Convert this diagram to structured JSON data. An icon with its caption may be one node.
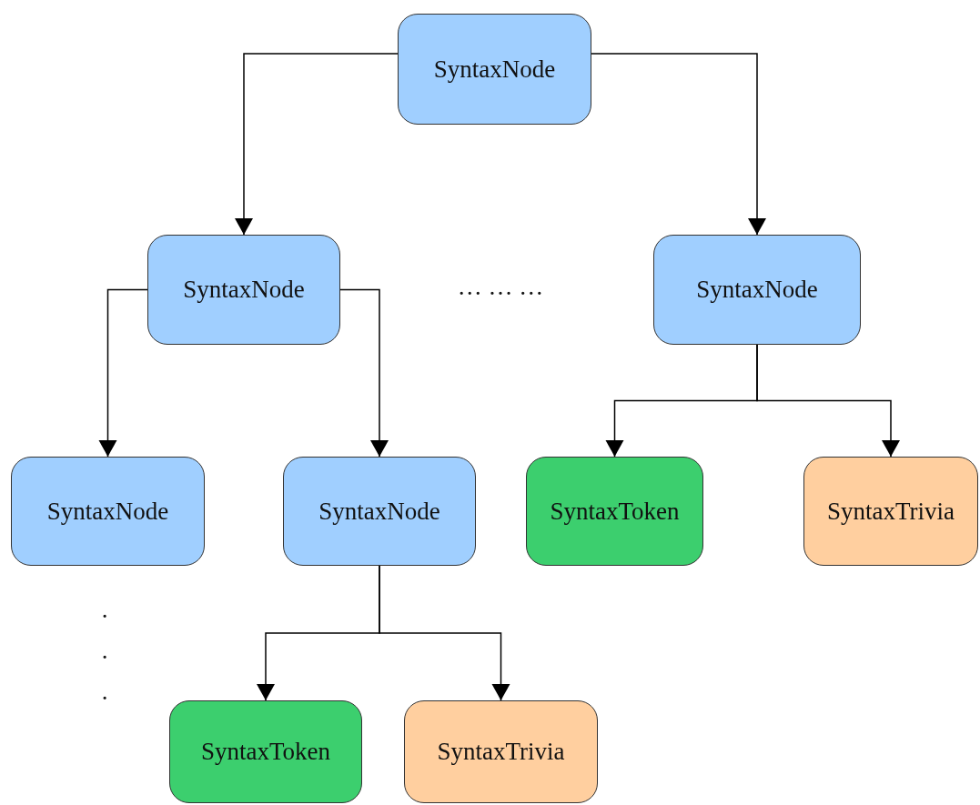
{
  "diagram": {
    "nodes": [
      {
        "text": [
          "SyntaxNode"
        ]
      },
      {
        "text": [
          "SyntaxNode"
        ]
      },
      {
        "text": [
          "SyntaxNode"
        ]
      },
      {
        "text": [
          "SyntaxNode"
        ]
      },
      {
        "text": [
          "SyntaxNode"
        ]
      },
      {
        "text": [
          "SyntaxToken"
        ]
      },
      {
        "text": [
          "SyntaxTrivia"
        ]
      },
      {
        "text": [
          "SyntaxToken"
        ]
      },
      {
        "text": [
          "SyntaxTrivia"
        ]
      }
    ],
    "edges": [
      {
        "from": 0,
        "to": 1,
        "arrow": "to"
      },
      {
        "from": 0,
        "to": 2,
        "arrow": "to"
      },
      {
        "from": 1,
        "to": 3,
        "arrow": "to"
      },
      {
        "from": 1,
        "to": 4,
        "arrow": "to"
      },
      {
        "from": 2,
        "to": 5,
        "arrow": "to"
      },
      {
        "from": 2,
        "to": 6,
        "arrow": "to"
      },
      {
        "from": 4,
        "to": 7,
        "arrow": "to"
      },
      {
        "from": 4,
        "to": 8,
        "arrow": "to"
      }
    ],
    "labels": [
      "… … …",
      ".",
      ".",
      "."
    ]
  }
}
